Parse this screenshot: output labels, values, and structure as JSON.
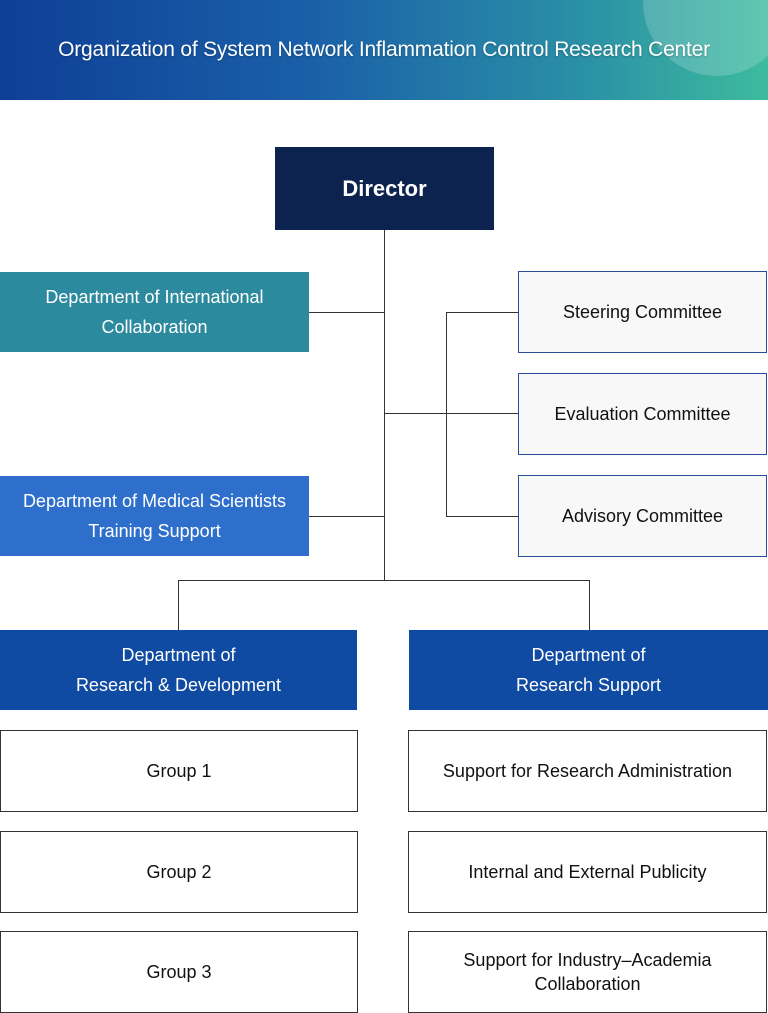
{
  "header": {
    "title": "Organization of System Network Inflammation Control Research Center"
  },
  "director": {
    "label": "Director"
  },
  "left_departments": {
    "international": [
      "Department of International",
      "Collaboration"
    ],
    "medical_scientists": [
      "Department of Medical Scientists",
      "Training Support"
    ]
  },
  "committees": {
    "steering": "Steering Committee",
    "evaluation": "Evaluation Committee",
    "advisory": "Advisory Committee"
  },
  "departments": {
    "rd": {
      "lines": [
        "Department of",
        "Research & Development"
      ],
      "groups": [
        "Group 1",
        "Group 2",
        "Group 3"
      ]
    },
    "support": {
      "lines": [
        "Department of",
        "Research Support"
      ],
      "units": [
        "Support for Research Administration",
        "Internal and External Publicity",
        [
          "Support for Industry–Academia",
          "Collaboration"
        ]
      ]
    }
  }
}
